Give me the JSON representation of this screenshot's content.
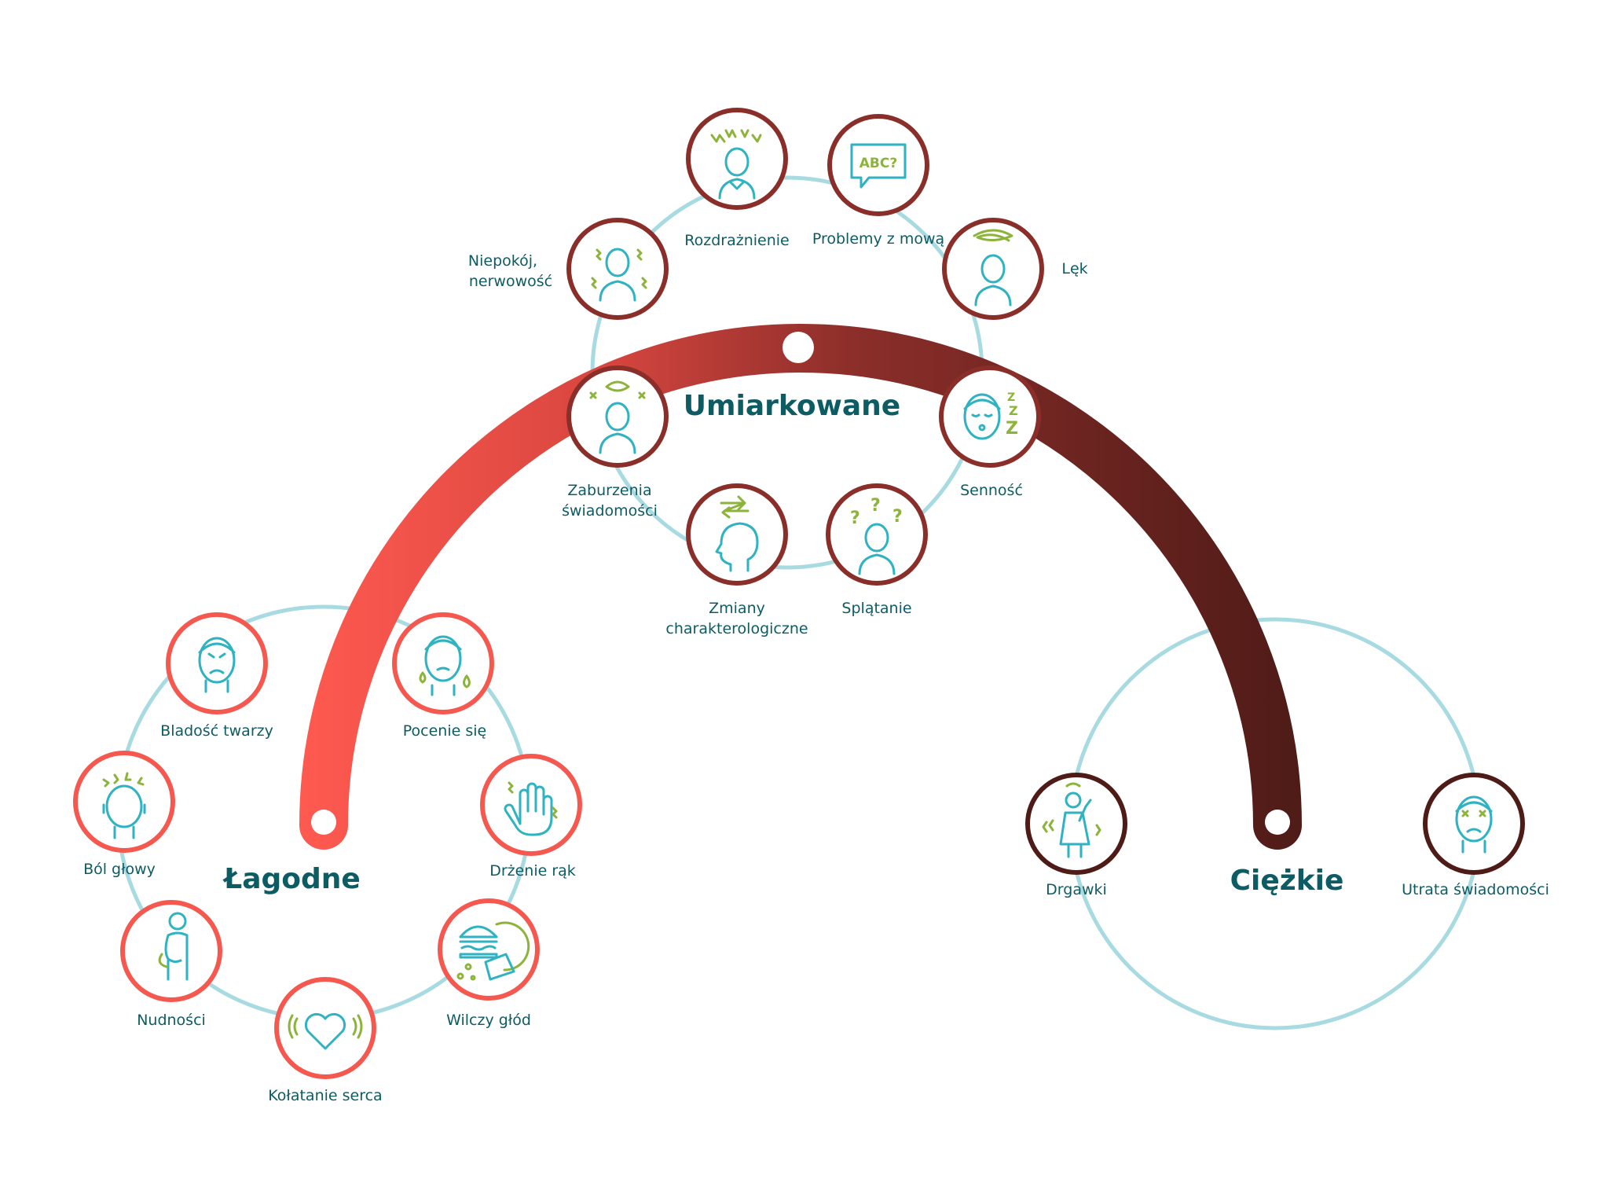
{
  "colors": {
    "ring": "#a8dbe1",
    "mild": "#f5584f",
    "moderate": "#8a2e2a",
    "severe": "#4e1b17",
    "label": "#0d5c63",
    "icon": "#2fb2c2",
    "icon_accent": "#8cb33a"
  },
  "groups": {
    "mild": "Łagodne",
    "moderate": "Umiarkowane",
    "severe": "Ciężkie"
  },
  "mild": {
    "face_pale": "Bladość twarzy",
    "sweating": "Pocenie się",
    "headache": "Ból głowy",
    "tremor": "Drżenie rąk",
    "nausea": "Nudności",
    "hunger": "Wilczy głód",
    "palpitations": "Kołatanie serca"
  },
  "moderate": {
    "irritability": "Rozdrażnienie",
    "speech": "Problemy z mową",
    "speech_icon_text": "ABC?",
    "anxiety": "Lęk",
    "restless_1": "Niepokój,",
    "restless_2": "nerwowość",
    "consciousness_1": "Zaburzenia",
    "consciousness_2": "świadomości",
    "sleepiness": "Senność",
    "personality_1": "Zmiany",
    "personality_2": "charakterologiczne",
    "confusion": "Splątanie"
  },
  "severe": {
    "seizures": "Drgawki",
    "unconscious": "Utrata świadomości"
  }
}
